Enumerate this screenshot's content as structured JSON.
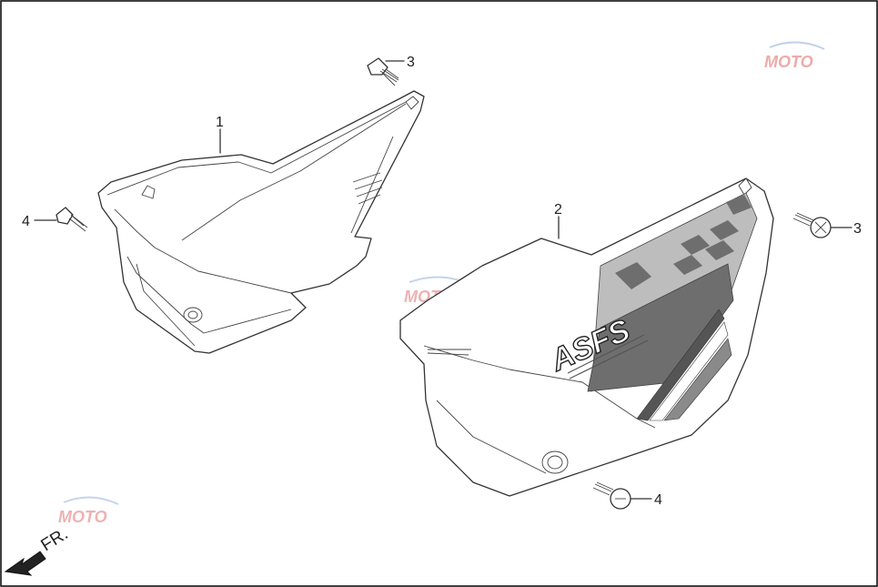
{
  "diagram": {
    "callouts": [
      {
        "id": "1",
        "label": "1"
      },
      {
        "id": "2",
        "label": "2"
      },
      {
        "id": "3a",
        "label": "3"
      },
      {
        "id": "3b",
        "label": "3"
      },
      {
        "id": "4a",
        "label": "4"
      },
      {
        "id": "4b",
        "label": "4"
      }
    ],
    "direction_label": "FR.",
    "decal_text": "ASFS",
    "watermark_text": "MOTO",
    "colors": {
      "border": "#000000",
      "line": "#333333",
      "decal_dark": "#6e6e6e",
      "decal_light": "#bdbdbd",
      "watermark_red": "#e06666",
      "watermark_blue": "#8fa8d8"
    }
  }
}
